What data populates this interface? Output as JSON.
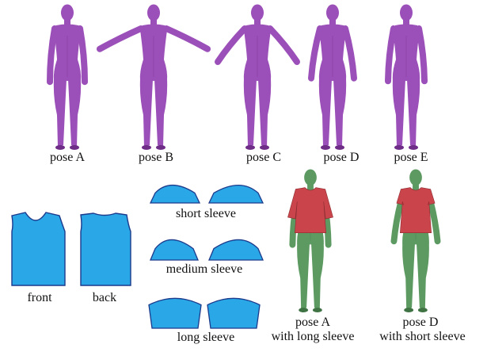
{
  "poses": {
    "labels": [
      "pose A",
      "pose B",
      "pose C",
      "pose D",
      "pose E"
    ],
    "body_color": "#9b4fb8",
    "body_shadow": "#6e2e88"
  },
  "panels": {
    "front_label": "front",
    "back_label": "back",
    "panel_color": "#2aa7e6",
    "panel_stroke": "#1b3a8c"
  },
  "sleeves": {
    "short_label": "short sleeve",
    "medium_label": "medium sleeve",
    "long_label": "long sleeve"
  },
  "dressed": {
    "left_line1": "pose A",
    "left_line2": "with long sleeve",
    "right_line1": "pose D",
    "right_line2": "with short sleeve",
    "body_color": "#5d9a62",
    "garment_color": "#c9454b"
  }
}
